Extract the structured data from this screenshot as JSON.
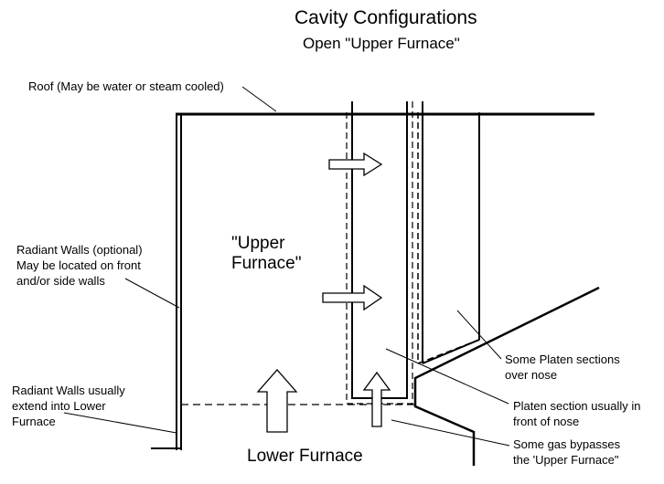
{
  "title": "Cavity Configurations",
  "subtitle": "Open \"Upper Furnace\"",
  "labels": {
    "roof": "Roof (May be water or steam cooled)",
    "radiant_walls_optional": "Radiant Walls (optional)\nMay be located on front\nand/or side walls",
    "radiant_walls_extend": "Radiant Walls usually\nextend into Lower\nFurnace",
    "upper_furnace": "\"Upper\nFurnace\"",
    "lower_furnace": "Lower Furnace",
    "platen_over_nose": "Some Platen sections\nover nose",
    "platen_front_of_nose": "Platen section usually in\nfront of nose",
    "gas_bypass": "Some gas bypasses\nthe 'Upper Furnace\""
  }
}
